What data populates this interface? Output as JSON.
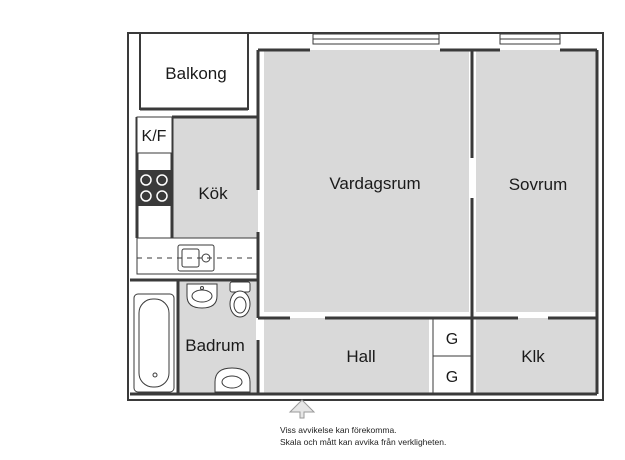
{
  "rooms": {
    "balcony": "Balkong",
    "fridge_freezer": "K/F",
    "kitchen": "Kök",
    "living_room": "Vardagsrum",
    "bedroom": "Sovrum",
    "bathroom": "Badrum",
    "hall": "Hall",
    "closet": "Klk",
    "wardrobe_top": "G",
    "wardrobe_bottom": "G"
  },
  "disclaimer": {
    "line1": "Viss avvikelse kan förekomma.",
    "line2": "Skala och mått kan avvika från verkligheten."
  },
  "colors": {
    "floor": "#d9d9d9",
    "wall": "#3a3a3a",
    "background": "#ffffff"
  }
}
